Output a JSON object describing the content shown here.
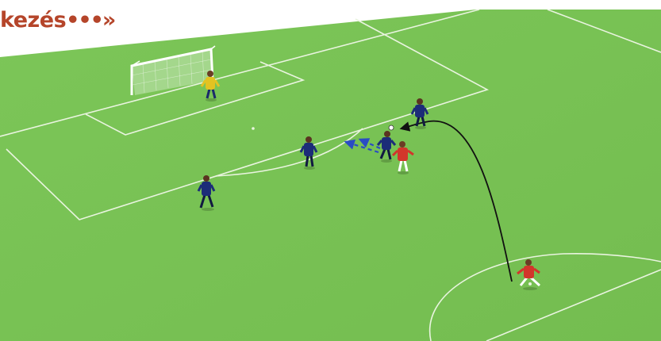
{
  "heading": {
    "text": "kezés",
    "suffix": "•••»"
  },
  "colors": {
    "heading": "#b5452a",
    "pitch": "#7ac356",
    "pitch_shade": "#72bb4e",
    "lines": "#e9f4df",
    "team_blue": "#1c2d78",
    "team_red": "#d2362b",
    "goalkeeper": "#e3c321",
    "pass_arrow": "#111111",
    "run_arrow": "#2a4cc4"
  },
  "players": [
    {
      "id": "goalkeeper",
      "team": "goalkeeper"
    },
    {
      "id": "defender-near-goal-area",
      "team": "blue"
    },
    {
      "id": "defender-header",
      "team": "blue"
    },
    {
      "id": "defender-arc",
      "team": "blue"
    },
    {
      "id": "defender-left",
      "team": "blue"
    },
    {
      "id": "attacker-box",
      "team": "red"
    },
    {
      "id": "attacker-crosser",
      "team": "red"
    }
  ]
}
